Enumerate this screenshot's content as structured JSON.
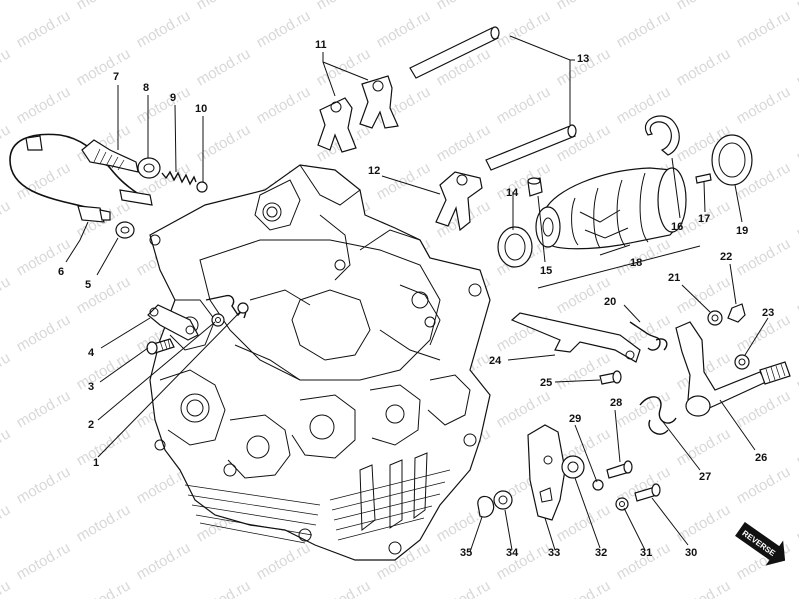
{
  "watermark": {
    "text": "motod.ru"
  },
  "part_numbers": [
    "1",
    "2",
    "3",
    "4",
    "5",
    "6",
    "7",
    "8",
    "9",
    "10",
    "11",
    "12",
    "13",
    "14",
    "15",
    "16",
    "17",
    "18",
    "19",
    "20",
    "21",
    "22",
    "23",
    "24",
    "25",
    "26",
    "27",
    "28",
    "29",
    "30",
    "31",
    "32",
    "33",
    "34",
    "35"
  ],
  "direction_stamp": {
    "text": "REVERSE"
  }
}
